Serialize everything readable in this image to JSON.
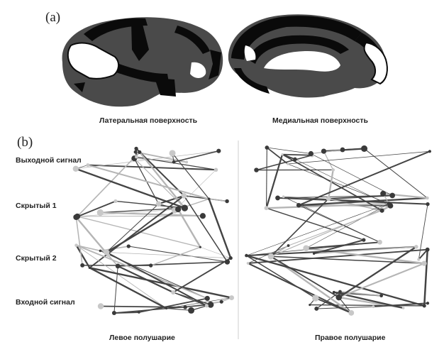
{
  "panels": {
    "a": {
      "label": "(a)",
      "lateral_caption": "Латеральная поверхность",
      "medial_caption": "Медиальная поверхность"
    },
    "b": {
      "label": "(b)",
      "left_caption": "Левое полушарие",
      "right_caption": "Правое полушарие"
    }
  },
  "layers": [
    "Выходной сигнал",
    "Скрытый 1",
    "Скрытый 2",
    "Входной сигнал"
  ],
  "colors": {
    "brain_gray": "#4a4a4a",
    "black_region": "#0a0a0a",
    "edge_dark": "#444444",
    "edge_light": "#b5b5b5",
    "node_dark": "#3a3a3a",
    "node_light": "#c8c8c8"
  }
}
